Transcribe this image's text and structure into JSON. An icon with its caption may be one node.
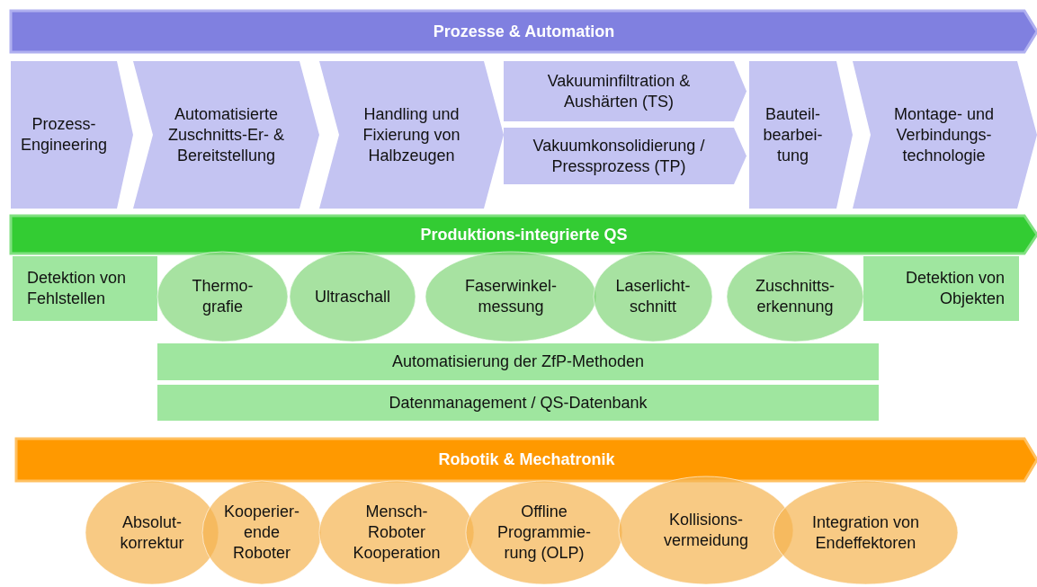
{
  "diagram": {
    "nodes": [
      {
        "text": [
          "Prozesse & Automation"
        ]
      },
      {
        "text": [
          "Prozess- Engineering"
        ]
      },
      {
        "text": [
          "Automatisierte Zuschnitts-Er- & Bereitstellung"
        ]
      },
      {
        "text": [
          "Handling und Fixierung von Halbzeugen"
        ]
      },
      {
        "text": [
          "Vakuuminfiltration & Aushärten (TS)"
        ]
      },
      {
        "text": [
          "Vakuumkonsolidierung / Pressprozess (TP)"
        ]
      },
      {
        "text": [
          "Bauteil- bearbei- tung"
        ]
      },
      {
        "text": [
          "Montage- und Verbindungs- technologie"
        ]
      },
      {
        "text": [
          "Produktions-integrierte QS"
        ]
      },
      {
        "text": [
          "Detektion von Fehlstellen"
        ]
      },
      {
        "text": [
          "Thermo- grafie"
        ]
      },
      {
        "text": [
          "Ultraschall"
        ]
      },
      {
        "text": [
          "Faserwinkel- messung"
        ]
      },
      {
        "text": [
          "Laserlicht- schnitt"
        ]
      },
      {
        "text": [
          "Zuschnitts- erkennung"
        ]
      },
      {
        "text": [
          "Detektion von Objekten"
        ]
      },
      {
        "text": [
          "Automatisierung der ZfP-Methoden"
        ]
      },
      {
        "text": [
          "Datenmanagement / QS-Datenbank"
        ]
      },
      {
        "text": [
          "Robotik & Mechatronik"
        ]
      },
      {
        "text": [
          "Absolut- korrektur"
        ]
      },
      {
        "text": [
          "Kooperier- ende Roboter"
        ]
      },
      {
        "text": [
          "Mensch- Roboter Kooperation"
        ]
      },
      {
        "text": [
          "Offline Programmie- rung (OLP)"
        ]
      },
      {
        "text": [
          "Kollisions- vermeidung"
        ]
      },
      {
        "text": [
          "Integration von Endeffektoren"
        ]
      }
    ]
  }
}
